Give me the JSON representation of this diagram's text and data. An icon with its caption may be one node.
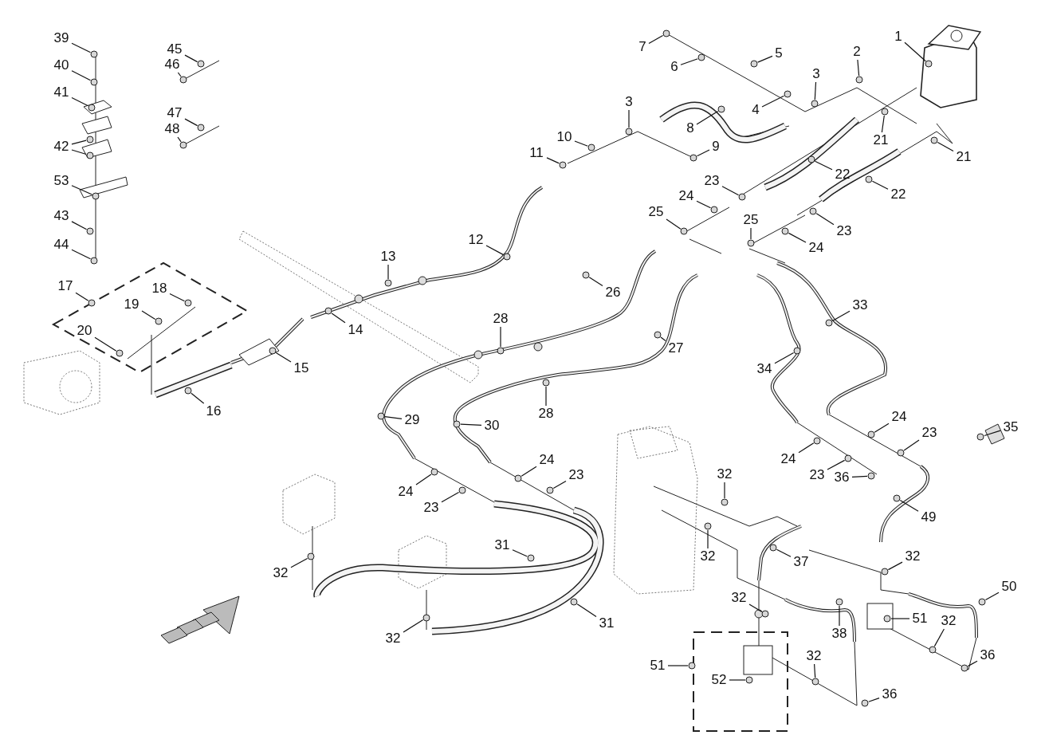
{
  "diagram": {
    "nodes": [
      {
        "text": [
          "39"
        ]
      },
      {
        "text": [
          "40"
        ]
      },
      {
        "text": [
          "41"
        ]
      },
      {
        "text": [
          "42"
        ]
      },
      {
        "text": [
          "53"
        ]
      },
      {
        "text": [
          "43"
        ]
      },
      {
        "text": [
          "44"
        ]
      },
      {
        "text": [
          "45"
        ]
      },
      {
        "text": [
          "46"
        ]
      },
      {
        "text": [
          "47"
        ]
      },
      {
        "text": [
          "48"
        ]
      },
      {
        "text": [
          "17"
        ]
      },
      {
        "text": [
          "18"
        ]
      },
      {
        "text": [
          "19"
        ]
      },
      {
        "text": [
          "20"
        ]
      },
      {
        "text": [
          "16"
        ]
      },
      {
        "text": [
          "7"
        ]
      },
      {
        "text": [
          "6"
        ]
      },
      {
        "text": [
          "5"
        ]
      },
      {
        "text": [
          "1"
        ]
      },
      {
        "text": [
          "2"
        ]
      },
      {
        "text": [
          "3"
        ]
      },
      {
        "text": [
          "4"
        ]
      },
      {
        "text": [
          "3"
        ]
      },
      {
        "text": [
          "8"
        ]
      },
      {
        "text": [
          "10"
        ]
      },
      {
        "text": [
          "9"
        ]
      },
      {
        "text": [
          "11"
        ]
      },
      {
        "text": [
          "21"
        ]
      },
      {
        "text": [
          "21"
        ]
      },
      {
        "text": [
          "22"
        ]
      },
      {
        "text": [
          "22"
        ]
      },
      {
        "text": [
          "23"
        ]
      },
      {
        "text": [
          "24"
        ]
      },
      {
        "text": [
          "23"
        ]
      },
      {
        "text": [
          "25"
        ]
      },
      {
        "text": [
          "24"
        ]
      },
      {
        "text": [
          "25"
        ]
      },
      {
        "text": [
          "12"
        ]
      },
      {
        "text": [
          "13"
        ]
      },
      {
        "text": [
          "26"
        ]
      },
      {
        "text": [
          "14"
        ]
      },
      {
        "text": [
          "28"
        ]
      },
      {
        "text": [
          "33"
        ]
      },
      {
        "text": [
          "15"
        ]
      },
      {
        "text": [
          "27"
        ]
      },
      {
        "text": [
          "34"
        ]
      },
      {
        "text": [
          "28"
        ]
      },
      {
        "text": [
          "29"
        ]
      },
      {
        "text": [
          "30"
        ]
      },
      {
        "text": [
          "35"
        ]
      },
      {
        "text": [
          "24"
        ]
      },
      {
        "text": [
          "24"
        ]
      },
      {
        "text": [
          "23"
        ]
      },
      {
        "text": [
          "24"
        ]
      },
      {
        "text": [
          "23"
        ]
      },
      {
        "text": [
          "24"
        ]
      },
      {
        "text": [
          "23"
        ]
      },
      {
        "text": [
          "36"
        ]
      },
      {
        "text": [
          "32"
        ]
      },
      {
        "text": [
          "23"
        ]
      },
      {
        "text": [
          "49"
        ]
      },
      {
        "text": [
          "32"
        ]
      },
      {
        "text": [
          "31"
        ]
      },
      {
        "text": [
          "37"
        ]
      },
      {
        "text": [
          "32"
        ]
      },
      {
        "text": [
          "32"
        ]
      },
      {
        "text": [
          "31"
        ]
      },
      {
        "text": [
          "32"
        ]
      },
      {
        "text": [
          "50"
        ]
      },
      {
        "text": [
          "51"
        ]
      },
      {
        "text": [
          "32"
        ]
      },
      {
        "text": [
          "36"
        ]
      },
      {
        "text": [
          "38"
        ]
      },
      {
        "text": [
          "32"
        ]
      },
      {
        "text": [
          "51"
        ]
      },
      {
        "text": [
          "52"
        ]
      },
      {
        "text": [
          "36"
        ]
      },
      {
        "text": [
          "32"
        ]
      },
      {
        "text": [],
        "shape": "circle"
      },
      {
        "text": [],
        "shape": "circle"
      },
      {
        "text": [],
        "shape": "circle"
      },
      {
        "text": [],
        "shape": "circle"
      },
      {
        "text": [],
        "shape": "circle"
      },
      {
        "text": [],
        "shape": "circle"
      },
      {
        "text": [],
        "shape": "circle"
      },
      {
        "text": [],
        "shape": "circle"
      },
      {
        "text": [],
        "shape": "circle"
      },
      {
        "text": [],
        "shape": "circle"
      },
      {
        "text": [],
        "shape": "circle"
      },
      {
        "text": [],
        "shape": "circle"
      },
      {
        "text": [],
        "shape": "circle"
      },
      {
        "text": [],
        "shape": "circle"
      },
      {
        "text": [],
        "shape": "circle"
      },
      {
        "text": [],
        "shape": "circle"
      },
      {
        "text": [],
        "shape": "circle"
      },
      {
        "text": [],
        "shape": "circle"
      },
      {
        "text": [],
        "shape": "circle"
      },
      {
        "text": [],
        "shape": "circle"
      },
      {
        "text": [],
        "shape": "circle"
      },
      {
        "text": [],
        "shape": "circle"
      },
      {
        "text": [],
        "shape": "circle"
      },
      {
        "text": [],
        "shape": "circle"
      },
      {
        "text": [],
        "shape": "circle"
      },
      {
        "text": [],
        "shape": "circle"
      },
      {
        "text": [],
        "shape": "circle"
      },
      {
        "text": [],
        "shape": "circle"
      },
      {
        "text": [],
        "shape": "circle"
      },
      {
        "text": [],
        "shape": "circle"
      },
      {
        "text": [],
        "shape": "circle"
      },
      {
        "text": [],
        "shape": "circle"
      },
      {
        "text": [],
        "shape": "circle"
      },
      {
        "text": [],
        "shape": "circle"
      },
      {
        "text": [],
        "shape": "circle"
      },
      {
        "text": [],
        "shape": "circle"
      },
      {
        "text": [],
        "shape": "circle"
      },
      {
        "text": [],
        "shape": "circle"
      },
      {
        "text": [],
        "shape": "circle"
      },
      {
        "text": [],
        "shape": "circle"
      },
      {
        "text": [],
        "shape": "circle"
      },
      {
        "text": [],
        "shape": "circle"
      },
      {
        "text": [],
        "shape": "circle"
      },
      {
        "text": [],
        "shape": "circle"
      },
      {
        "text": [],
        "shape": "circle"
      },
      {
        "text": [],
        "shape": "circle"
      },
      {
        "text": [],
        "shape": "circle"
      },
      {
        "text": [],
        "shape": "circle"
      },
      {
        "text": [],
        "shape": "circle"
      },
      {
        "text": [],
        "shape": "circle"
      },
      {
        "text": [],
        "shape": "circle"
      },
      {
        "text": [],
        "shape": "circle"
      },
      {
        "text": [],
        "shape": "circle"
      },
      {
        "text": [],
        "shape": "circle"
      },
      {
        "text": [],
        "shape": "circle"
      },
      {
        "text": [],
        "shape": "circle"
      },
      {
        "text": [],
        "shape": "circle"
      },
      {
        "text": [],
        "shape": "circle"
      },
      {
        "text": [],
        "shape": "circle"
      },
      {
        "text": [],
        "shape": "circle"
      },
      {
        "text": [],
        "shape": "circle"
      },
      {
        "text": [],
        "shape": "circle"
      },
      {
        "text": [],
        "shape": "circle"
      },
      {
        "text": [],
        "shape": "circle"
      },
      {
        "text": [],
        "shape": "circle"
      },
      {
        "text": [],
        "shape": "circle"
      },
      {
        "text": [],
        "shape": "circle"
      },
      {
        "text": [],
        "shape": "circle"
      },
      {
        "text": [],
        "shape": "circle"
      },
      {
        "text": [],
        "shape": "circle"
      },
      {
        "text": [],
        "shape": "circle"
      },
      {
        "text": [],
        "shape": "circle"
      },
      {
        "text": [],
        "shape": "circle"
      },
      {
        "text": [],
        "shape": "circle"
      },
      {
        "text": [],
        "shape": "circle"
      },
      {
        "text": [],
        "shape": "circle"
      },
      {
        "text": [],
        "shape": "circle"
      },
      {
        "text": [],
        "shape": "circle"
      },
      {
        "text": [],
        "shape": "circle"
      },
      {
        "text": [],
        "shape": "circle"
      }
    ],
    "edges": [
      {
        "from": 0,
        "to": 79,
        "arrow": "none"
      },
      {
        "from": 1,
        "to": 80,
        "arrow": "none"
      },
      {
        "from": 2,
        "to": 81,
        "arrow": "none"
      },
      {
        "from": 3,
        "to": 82,
        "arrow": "none"
      },
      {
        "from": 3,
        "to": 83,
        "arrow": "none"
      },
      {
        "from": 4,
        "to": 84,
        "arrow": "none"
      },
      {
        "from": 5,
        "to": 85,
        "arrow": "none"
      },
      {
        "from": 6,
        "to": 86,
        "arrow": "none"
      },
      {
        "from": 7,
        "to": 87,
        "arrow": "none"
      },
      {
        "from": 8,
        "to": 88,
        "arrow": "none"
      },
      {
        "from": 9,
        "to": 89,
        "arrow": "none"
      },
      {
        "from": 10,
        "to": 90,
        "arrow": "none"
      },
      {
        "from": 11,
        "to": 91,
        "arrow": "none"
      },
      {
        "from": 12,
        "to": 92,
        "arrow": "none"
      },
      {
        "from": 13,
        "to": 93,
        "arrow": "none"
      },
      {
        "from": 14,
        "to": 94,
        "arrow": "none"
      },
      {
        "from": 15,
        "to": 95,
        "arrow": "none"
      },
      {
        "from": 16,
        "to": 96,
        "arrow": "none"
      },
      {
        "from": 17,
        "to": 97,
        "arrow": "none"
      },
      {
        "from": 18,
        "to": 98,
        "arrow": "none"
      },
      {
        "from": 19,
        "to": 99,
        "arrow": "none"
      },
      {
        "from": 20,
        "to": 100,
        "arrow": "none"
      },
      {
        "from": 21,
        "to": 101,
        "arrow": "none"
      },
      {
        "from": 22,
        "to": 102,
        "arrow": "none"
      },
      {
        "from": 23,
        "to": 103,
        "arrow": "none"
      },
      {
        "from": 24,
        "to": 104,
        "arrow": "none"
      },
      {
        "from": 25,
        "to": 105,
        "arrow": "none"
      },
      {
        "from": 26,
        "to": 106,
        "arrow": "none"
      },
      {
        "from": 27,
        "to": 107,
        "arrow": "none"
      },
      {
        "from": 28,
        "to": 108,
        "arrow": "none"
      },
      {
        "from": 29,
        "to": 109,
        "arrow": "none"
      },
      {
        "from": 30,
        "to": 110,
        "arrow": "none"
      },
      {
        "from": 31,
        "to": 111,
        "arrow": "none"
      },
      {
        "from": 32,
        "to": 112,
        "arrow": "none"
      },
      {
        "from": 33,
        "to": 113,
        "arrow": "none"
      },
      {
        "from": 34,
        "to": 114,
        "arrow": "none"
      },
      {
        "from": 35,
        "to": 115,
        "arrow": "none"
      },
      {
        "from": 36,
        "to": 116,
        "arrow": "none"
      },
      {
        "from": 37,
        "to": 117,
        "arrow": "none"
      },
      {
        "from": 38,
        "to": 118,
        "arrow": "none"
      },
      {
        "from": 39,
        "to": 119,
        "arrow": "none"
      },
      {
        "from": 40,
        "to": 120,
        "arrow": "none"
      },
      {
        "from": 41,
        "to": 121,
        "arrow": "none"
      },
      {
        "from": 42,
        "to": 122,
        "arrow": "none"
      },
      {
        "from": 43,
        "to": 123,
        "arrow": "none"
      },
      {
        "from": 44,
        "to": 124,
        "arrow": "none"
      },
      {
        "from": 45,
        "to": 125,
        "arrow": "none"
      },
      {
        "from": 46,
        "to": 126,
        "arrow": "none"
      },
      {
        "from": 47,
        "to": 127,
        "arrow": "none"
      },
      {
        "from": 48,
        "to": 128,
        "arrow": "none"
      },
      {
        "from": 49,
        "to": 129,
        "arrow": "none"
      },
      {
        "from": 50,
        "to": 130,
        "arrow": "none"
      },
      {
        "from": 51,
        "to": 131,
        "arrow": "none"
      },
      {
        "from": 52,
        "to": 132,
        "arrow": "none"
      },
      {
        "from": 53,
        "to": 133,
        "arrow": "none"
      },
      {
        "from": 54,
        "to": 134,
        "arrow": "none"
      },
      {
        "from": 55,
        "to": 135,
        "arrow": "none"
      },
      {
        "from": 56,
        "to": 136,
        "arrow": "none"
      },
      {
        "from": 57,
        "to": 137,
        "arrow": "none"
      },
      {
        "from": 58,
        "to": 138,
        "arrow": "none"
      },
      {
        "from": 59,
        "to": 139,
        "arrow": "none"
      },
      {
        "from": 60,
        "to": 140,
        "arrow": "none"
      },
      {
        "from": 61,
        "to": 141,
        "arrow": "none"
      },
      {
        "from": 62,
        "to": 142,
        "arrow": "none"
      },
      {
        "from": 63,
        "to": 143,
        "arrow": "none"
      },
      {
        "from": 64,
        "to": 144,
        "arrow": "none"
      },
      {
        "from": 65,
        "to": 145,
        "arrow": "none"
      },
      {
        "from": 66,
        "to": 146,
        "arrow": "none"
      },
      {
        "from": 67,
        "to": 147,
        "arrow": "none"
      },
      {
        "from": 68,
        "to": 148,
        "arrow": "none"
      },
      {
        "from": 69,
        "to": 149,
        "arrow": "none"
      },
      {
        "from": 70,
        "to": 150,
        "arrow": "none"
      },
      {
        "from": 71,
        "to": 151,
        "arrow": "none"
      },
      {
        "from": 72,
        "to": 152,
        "arrow": "none"
      },
      {
        "from": 73,
        "to": 153,
        "arrow": "none"
      },
      {
        "from": 74,
        "to": 154,
        "arrow": "none"
      },
      {
        "from": 75,
        "to": 155,
        "arrow": "none"
      },
      {
        "from": 76,
        "to": 156,
        "arrow": "none"
      },
      {
        "from": 77,
        "to": 157,
        "arrow": "none"
      },
      {
        "from": 78,
        "to": 158,
        "arrow": "none"
      }
    ]
  }
}
